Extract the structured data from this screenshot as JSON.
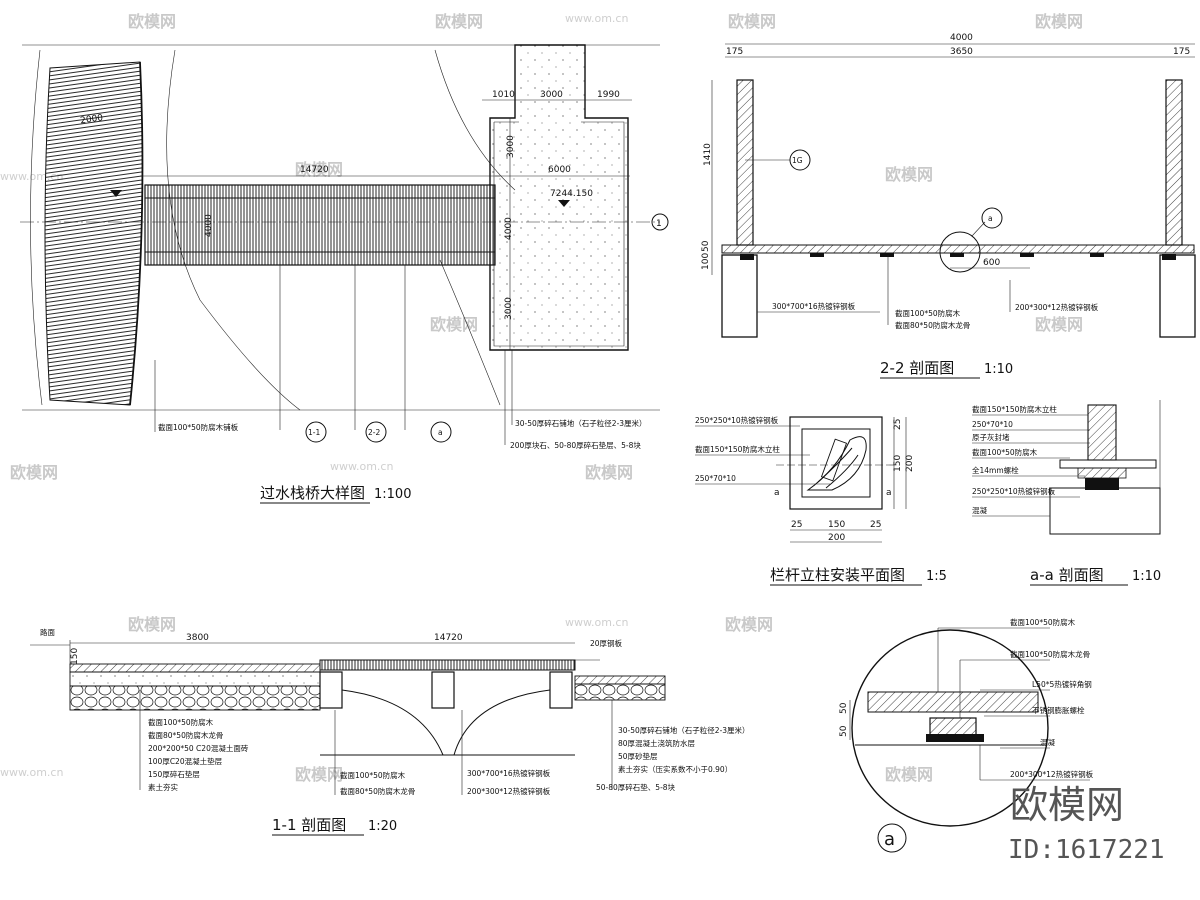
{
  "titles": {
    "plan": "过水栈桥大样图",
    "plan_scale": "1:100",
    "s22": "2-2 剖面图",
    "s22_scale": "1:10",
    "post": "栏杆立柱安装平面图",
    "post_scale": "1:5",
    "saa": "a-a 剖面图",
    "saa_scale": "1:10",
    "s11": "1-1 剖面图",
    "s11_scale": "1:20"
  },
  "plan": {
    "dims": [
      "1010",
      "3000",
      "1990",
      "14720",
      "6000",
      "3000",
      "4000",
      "3000",
      "2000"
    ],
    "level": "7244.150",
    "width_label": "4000",
    "callouts": [
      "1-1",
      "2-2",
      "a"
    ],
    "marker": "1",
    "notes": [
      "截面100*50防腐木铺板",
      "30-50厚碎石铺地（石子粒径2-3厘米）",
      "200厚块石、50-80厚碎石垫层、5-8块"
    ]
  },
  "s22": {
    "dims_top": [
      "4000",
      "175",
      "3650",
      "175"
    ],
    "dims_side": [
      "1410",
      "50",
      "100"
    ],
    "dim_mid": "600",
    "callouts": [
      "1G",
      "a"
    ],
    "notes": [
      "300*700*16热镀锌钢板",
      "截面100*50防腐木",
      "截面80*50防腐木龙骨",
      "200*300*12热镀锌钢板"
    ]
  },
  "post": {
    "notes": [
      "250*250*10热镀锌钢板",
      "截面150*150防腐木立柱",
      "250*70*10"
    ],
    "dims": [
      "25",
      "150",
      "25",
      "200",
      "25",
      "150",
      "200"
    ],
    "section_mark": "a"
  },
  "saa": {
    "notes": [
      "截面150*150防腐木立柱",
      "250*70*10",
      "原子灰封堵",
      "截面100*50防腐木",
      "全14mm螺栓",
      "250*250*10热镀锌钢板",
      "混凝"
    ]
  },
  "s11": {
    "dims": [
      "3800",
      "14720",
      "150"
    ],
    "top_note": "20厚钢板",
    "left_label": "路面",
    "notes_left": [
      "截面100*50防腐木",
      "截面80*50防腐木龙骨",
      "200*200*50 C20混凝土面砖",
      "100厚C20混凝土垫层",
      "150厚碎石垫层",
      "素土夯实"
    ],
    "notes_mid": [
      "截面100*50防腐木",
      "截面80*50防腐木龙骨"
    ],
    "notes_mid2": [
      "300*700*16热镀锌钢板",
      "200*300*12热镀锌钢板"
    ],
    "notes_right": [
      "30-50厚碎石铺地（石子粒径2-3厘米）",
      "80厚混凝土浇筑防水层",
      "50厚砂垫层",
      "素土夯实（压实系数不小于0.90）",
      "50-80厚碎石垫、5-8块"
    ]
  },
  "detail_a": {
    "notes": [
      "截面100*50防腐木",
      "截面100*50防腐木龙骨",
      "L50*5热镀锌角钢",
      "不锈钢膨胀螺栓",
      "混凝",
      "200*300*12热镀锌钢板"
    ],
    "dims": [
      "50",
      "50"
    ],
    "label": "a"
  },
  "watermark": {
    "brand": "欧模网",
    "site": "www.om.cn",
    "id": "ID:1617221"
  }
}
